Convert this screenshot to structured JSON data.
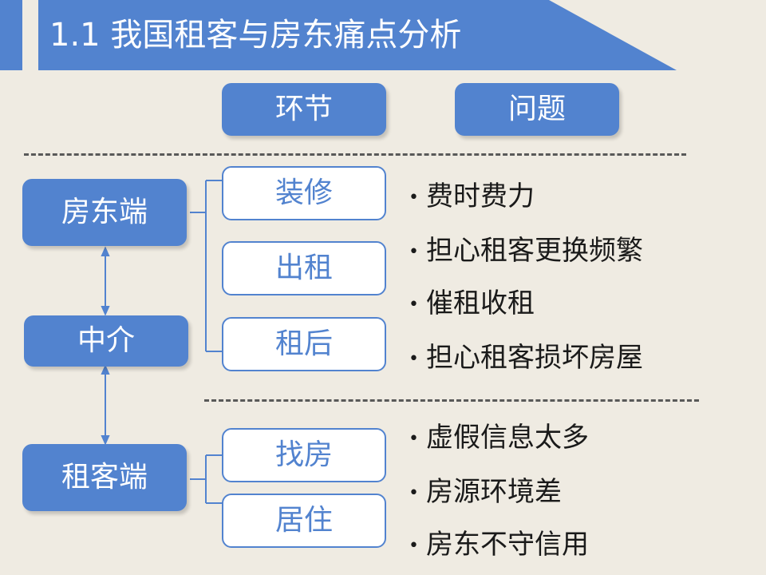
{
  "title": "1.1 我国租客与房东痛点分析",
  "headers": {
    "stage": "环节",
    "problem": "问题"
  },
  "parties": {
    "landlord": "房东端",
    "agent": "中介",
    "tenant": "租客端"
  },
  "landlord_stages": [
    "装修",
    "出租",
    "租后"
  ],
  "tenant_stages": [
    "找房",
    "居住"
  ],
  "landlord_issues": [
    "费时费力",
    "担心租客更换频繁",
    "催租收租",
    "担心租客损坏房屋"
  ],
  "tenant_issues": [
    "虚假信息太多",
    "房源环境差",
    "房东不守信用"
  ],
  "bullet": "•",
  "colors": {
    "accent": "#5283cf",
    "background": "#efebe2",
    "text": "#1a1a1a"
  }
}
